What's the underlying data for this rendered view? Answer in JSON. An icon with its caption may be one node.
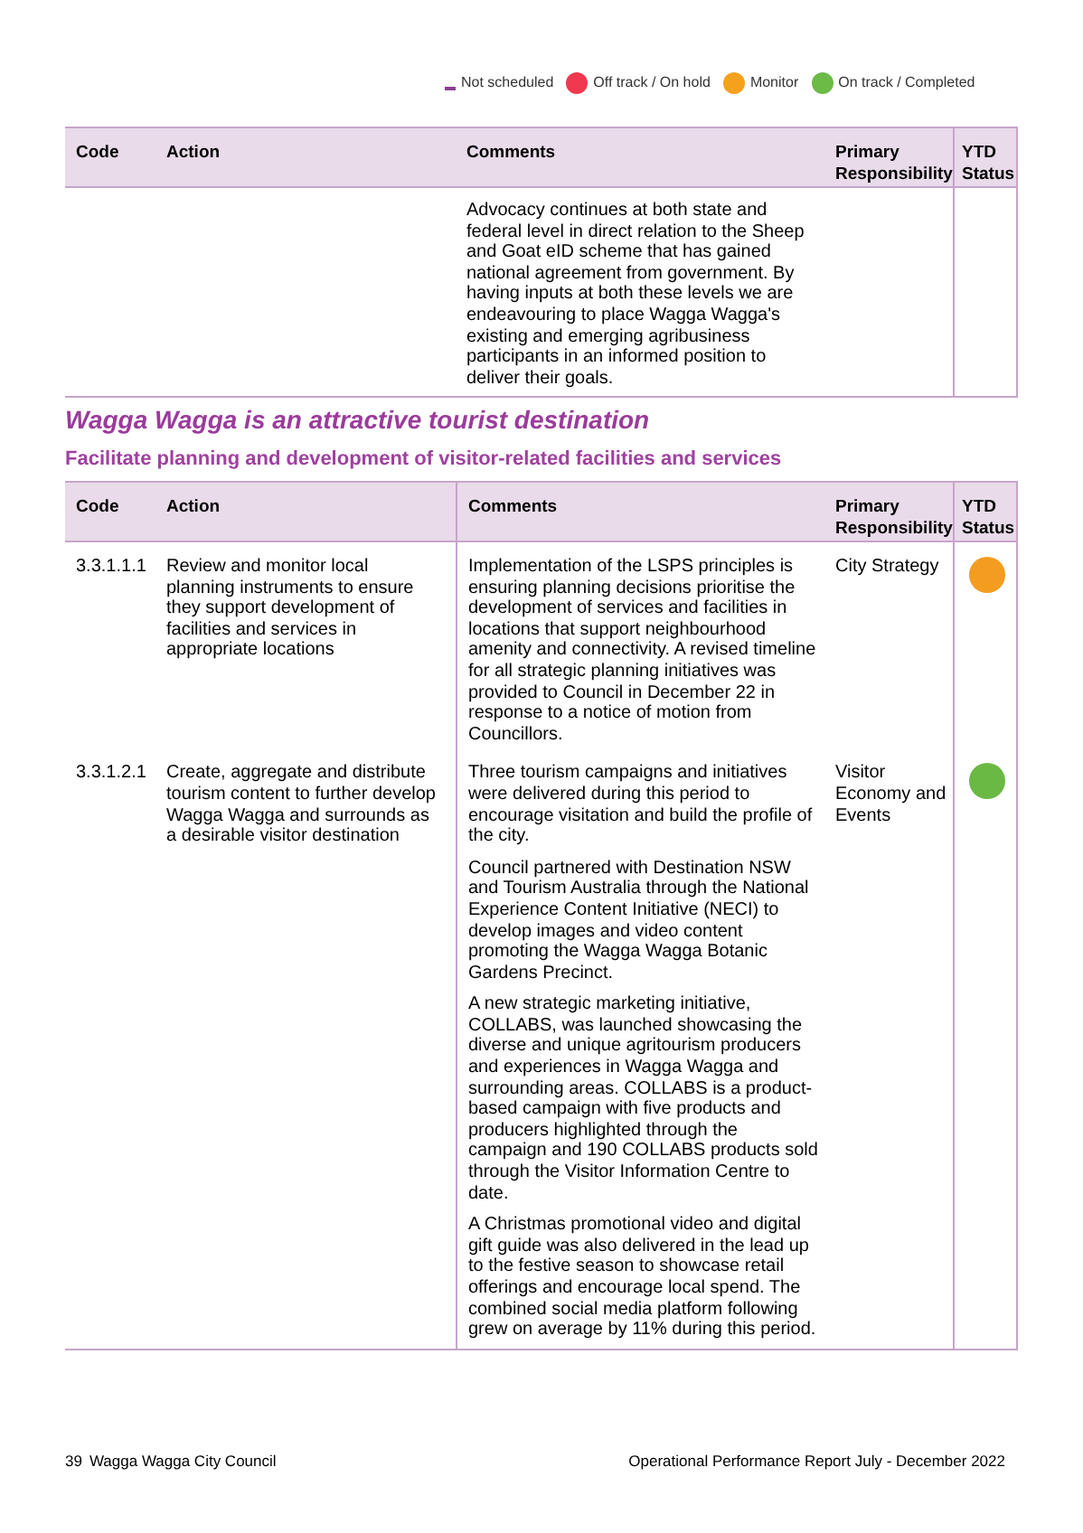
{
  "diagram": {
    "title": "Wagga Wagga is an attractive tourist destination",
    "nodes": [
      {
        "text": [],
        "shape": "circle"
      },
      {
        "text": [],
        "shape": "circle"
      }
    ],
    "labels": [
      "Code",
      "Action",
      "Comments",
      "Primary Responsibility",
      "YTD Status",
      "Advocacy continues at both state and federal level in direct relation to the Sheep and Goat eID scheme that has gained national agreement from government. By having inputs at both these levels we are endeavouring to place Wagga Wagga's existing and emerging agribusiness participants in an informed position to deliver their goals.",
      "Facilitate planning and development of visitor-related facilities and services",
      "Code",
      "Action",
      "Comments",
      "Primary Responsibility",
      "YTD Status",
      "3.3.1.1.1",
      "Review and monitor local planning instruments to ensure they support development of facilities and services in appropriate locations",
      "Implementation of the LSPS principles is ensuring planning decisions prioritise the development of services and facilities in locations that support neighbourhood amenity and connectivity. A revised timeline for all strategic planning initiatives was provided to Council in December 22 in response to a notice of motion from Councillors.",
      "City Strategy",
      "3.3.1.2.1",
      "Create, aggregate and distribute tourism content to further develop Wagga Wagga and surrounds as a desirable visitor destination",
      "Three tourism campaigns and initiatives were delivered during this period to encourage visitation and build the profile of the city.",
      "Council partnered with Destination NSW and Tourism Australia through the National Experience Content Initiative (NECI) to develop images and video content promoting the Wagga Wagga Botanic Gardens Precinct.",
      "A new strategic marketing initiative, COLLABS, was launched showcasing the diverse and unique agritourism producers and experiences in Wagga Wagga and surrounding areas. COLLABS is a product-based campaign with five products and producers highlighted through the campaign and 190 COLLABS products sold through the Visitor Information Centre to date.",
      "A Christmas promotional video and digital gift guide was also delivered in the lead up to the festive season to showcase retail offerings and encourage local spend. The combined social media platform following grew on average by 11% during this period.",
      "Visitor Economy and Events",
      "39",
      "Wagga Wagga City Council",
      "Operational Performance Report July - December 2022"
    ],
    "legend": [
      {
        "text": "Not scheduled"
      },
      {
        "text": "Off track / On hold",
        "color": "#f0384f"
      },
      {
        "text": "Monitor",
        "color": "#f5a11e"
      },
      {
        "text": "On track / Completed",
        "color": "#6cbb47"
      }
    ]
  }
}
